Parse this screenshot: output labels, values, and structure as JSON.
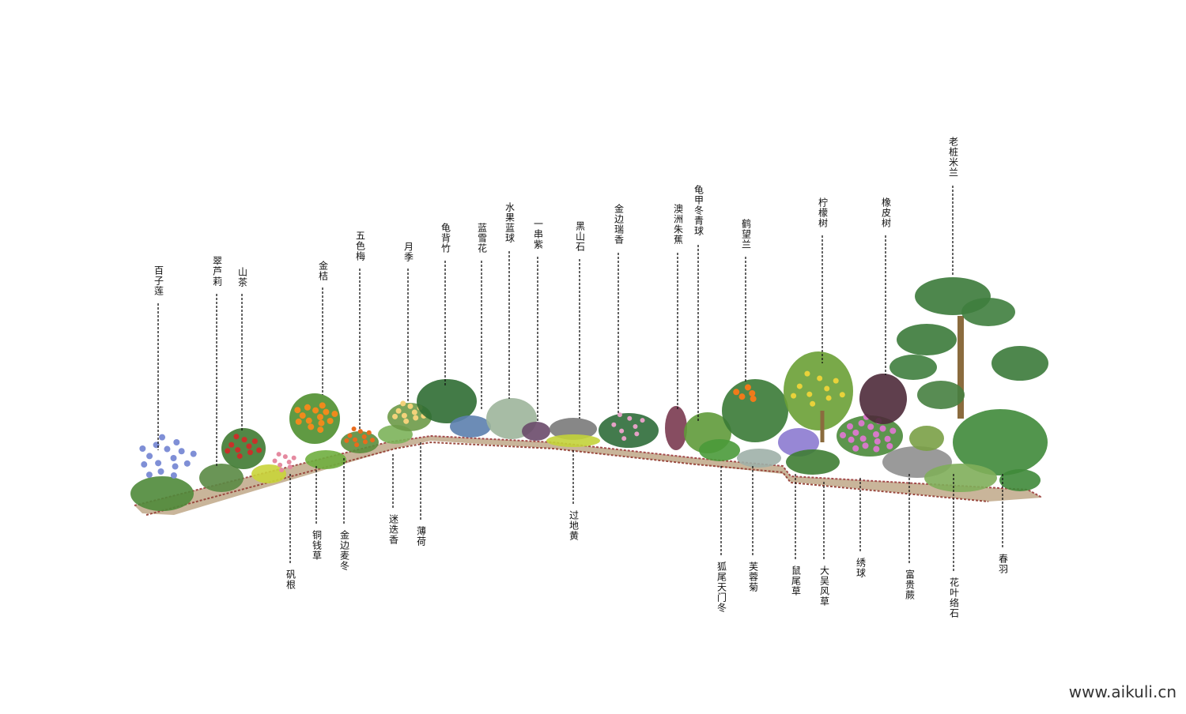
{
  "upper_labels": [
    "百子莲",
    "翠芦莉",
    "山茶",
    "金桔",
    "五色梅",
    "月季",
    "龟背竹",
    "蓝雪花",
    "水果蓝球",
    "一串紫",
    "黑山石",
    "金边瑞香",
    "澳洲朱蕉",
    "龟甲冬青球",
    "鹤望兰",
    "柠檬树",
    "橡皮树",
    "老桩米兰"
  ],
  "lower_labels": [
    "矾根",
    "铜钱草",
    "金边麦冬",
    "迷迭香",
    "薄荷",
    "过地黄",
    "狐尾天门冬",
    "芙蓉菊",
    "鼠尾草",
    "大吴风草",
    "绣球",
    "富贵蕨",
    "花叶络石",
    "春羽"
  ],
  "watermark": "www.aikuli.cn"
}
